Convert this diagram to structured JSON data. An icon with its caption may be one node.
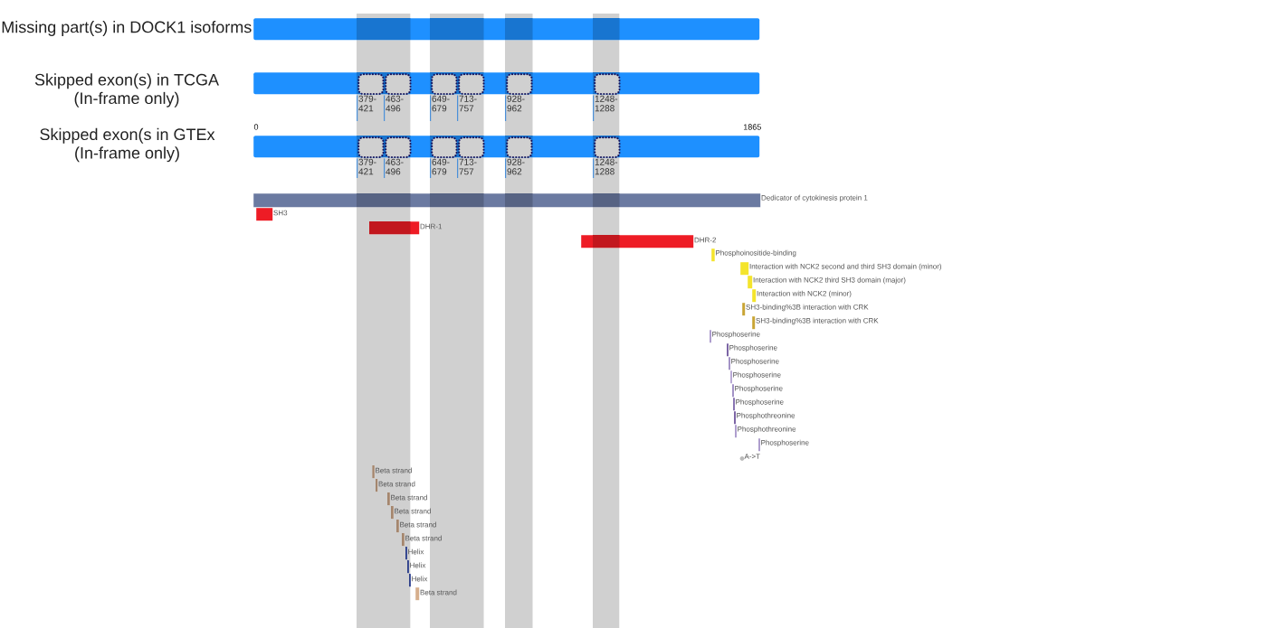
{
  "diagram": {
    "nodes": [
      {
        "text": [
          "Missing part(s) in DOCK1 isoforms"
        ]
      },
      {
        "text": [
          "Skipped exon(s) in TCGA (In-frame only)"
        ]
      },
      {
        "text": [],
        "shape": "box",
        "in": 1,
        "beside": [
          "379- 421"
        ]
      },
      {
        "text": [],
        "shape": "box",
        "in": 1,
        "beside": [
          "463- 496"
        ]
      },
      {
        "text": [],
        "shape": "box",
        "in": 1,
        "beside": [
          "649- 679"
        ]
      },
      {
        "text": [],
        "shape": "box",
        "in": 1,
        "beside": [
          "713- 757"
        ]
      },
      {
        "text": [],
        "shape": "box",
        "in": 1,
        "beside": [
          "928- 962"
        ]
      },
      {
        "text": [],
        "shape": "box",
        "in": 1,
        "beside": [
          "1248- 1288"
        ]
      },
      {
        "text": [
          "Skipped exon(s in GTEx (In-frame only)"
        ]
      },
      {
        "text": [],
        "shape": "box",
        "in": 8,
        "beside": [
          "379- 421"
        ]
      },
      {
        "text": [],
        "shape": "box",
        "in": 8,
        "beside": [
          "463- 496"
        ]
      },
      {
        "text": [],
        "shape": "box",
        "in": 8,
        "beside": [
          "649- 679"
        ]
      },
      {
        "text": [],
        "shape": "box",
        "in": 8,
        "beside": [
          "713- 757"
        ]
      },
      {
        "text": [],
        "shape": "box",
        "in": 8,
        "beside": [
          "928- 962"
        ]
      },
      {
        "text": [],
        "shape": "box",
        "in": 8,
        "beside": [
          "1248- 1288"
        ]
      },
      {
        "text": [],
        "shape": "bar",
        "beside": [
          "Dedicator of cytokinesis protein 1"
        ]
      },
      {
        "text": [],
        "shape": "bar",
        "beside": [
          "SH3"
        ]
      },
      {
        "text": [],
        "shape": "bar",
        "beside": [
          "DHR-1"
        ]
      },
      {
        "text": [],
        "shape": "bar",
        "beside": [
          "DHR-2"
        ]
      },
      {
        "text": [],
        "shape": "bar",
        "beside": [
          "Phosphoinositide-binding"
        ]
      },
      {
        "text": [],
        "shape": "bar",
        "beside": [
          "Interaction with NCK2 second and third SH3 domain (minor)"
        ]
      },
      {
        "text": [],
        "shape": "bar",
        "beside": [
          "Interaction with NCK2 third SH3 domain (major)"
        ]
      },
      {
        "text": [],
        "shape": "bar",
        "beside": [
          "Interaction with NCK2 (minor)"
        ]
      },
      {
        "text": [],
        "shape": "bar",
        "beside": [
          "SH3-binding%3B interaction with CRK"
        ]
      },
      {
        "text": [],
        "shape": "bar",
        "beside": [
          "SH3-binding%3B interaction with CRK"
        ]
      },
      {
        "text": [],
        "shape": "bar",
        "beside": [
          "Phosphoserine"
        ]
      },
      {
        "text": [],
        "shape": "bar",
        "beside": [
          "Phosphoserine"
        ]
      },
      {
        "text": [],
        "shape": "bar",
        "beside": [
          "Phosphoserine"
        ]
      },
      {
        "text": [],
        "shape": "bar",
        "beside": [
          "Phosphoserine"
        ]
      },
      {
        "text": [],
        "shape": "bar",
        "beside": [
          "Phosphoserine"
        ]
      },
      {
        "text": [],
        "shape": "bar",
        "beside": [
          "Phosphoserine"
        ]
      },
      {
        "text": [],
        "shape": "bar",
        "beside": [
          "Phosphothreonine"
        ]
      },
      {
        "text": [],
        "shape": "bar",
        "beside": [
          "Phosphothreonine"
        ]
      },
      {
        "text": [],
        "shape": "bar",
        "beside": [
          "Phosphoserine"
        ]
      },
      {
        "text": [],
        "shape": "circle",
        "beside": [
          "A->T"
        ]
      },
      {
        "text": [],
        "shape": "bar",
        "beside": [
          "Beta strand"
        ]
      },
      {
        "text": [],
        "shape": "bar",
        "beside": [
          "Beta strand"
        ]
      },
      {
        "text": [],
        "shape": "bar",
        "beside": [
          "Beta strand"
        ]
      },
      {
        "text": [],
        "shape": "bar",
        "beside": [
          "Beta strand"
        ]
      },
      {
        "text": [],
        "shape": "bar",
        "beside": [
          "Beta strand"
        ]
      },
      {
        "text": [],
        "shape": "bar",
        "beside": [
          "Beta strand"
        ]
      },
      {
        "text": [],
        "shape": "bar",
        "beside": [
          "Helix"
        ]
      },
      {
        "text": [],
        "shape": "bar",
        "beside": [
          "Helix"
        ]
      },
      {
        "text": [],
        "shape": "bar",
        "beside": [
          "Helix"
        ]
      },
      {
        "text": [],
        "shape": "bar",
        "beside": [
          "Beta strand"
        ]
      }
    ],
    "labels": [
      "0",
      "1865"
    ]
  }
}
